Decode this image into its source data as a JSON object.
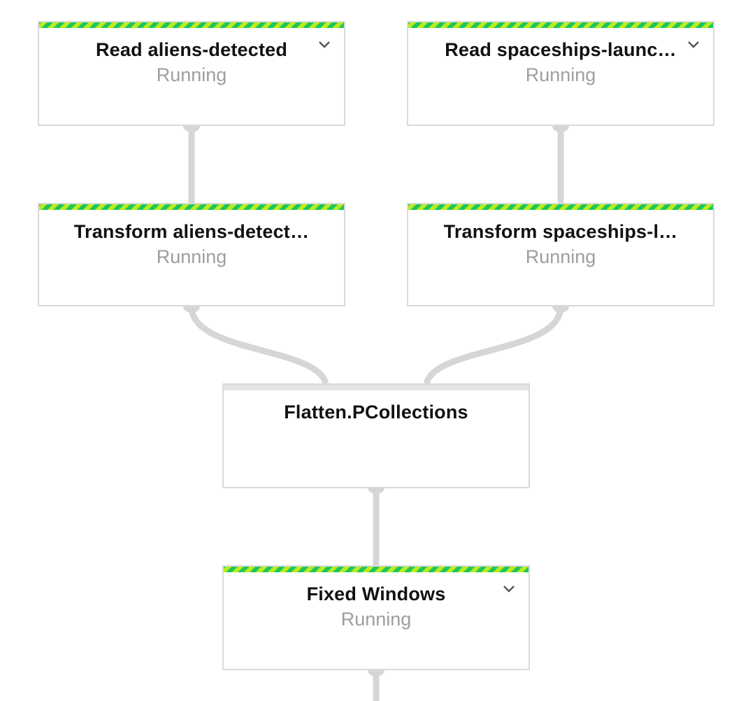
{
  "colors": {
    "running_stripe_a": "#1ec65a",
    "running_stripe_b": "#b8ec1e",
    "border": "#dadada",
    "connector": "#d6d6d6",
    "title": "#111111",
    "status": "#9e9e9e"
  },
  "steps": [
    {
      "title": "Read aliens-detected",
      "status": "Running",
      "state": "running",
      "expandable": true,
      "icon": "chevron-down-icon"
    },
    {
      "title": "Read spaceships-launc…",
      "status": "Running",
      "state": "running",
      "expandable": true,
      "icon": "chevron-down-icon"
    },
    {
      "title": "Transform aliens-detect…",
      "status": "Running",
      "state": "running",
      "expandable": false
    },
    {
      "title": "Transform spaceships-l…",
      "status": "Running",
      "state": "running",
      "expandable": false
    },
    {
      "title": "Flatten.PCollections",
      "status": "",
      "state": "idle",
      "expandable": false
    },
    {
      "title": "Fixed Windows",
      "status": "Running",
      "state": "running",
      "expandable": true,
      "icon": "chevron-down-icon"
    }
  ]
}
